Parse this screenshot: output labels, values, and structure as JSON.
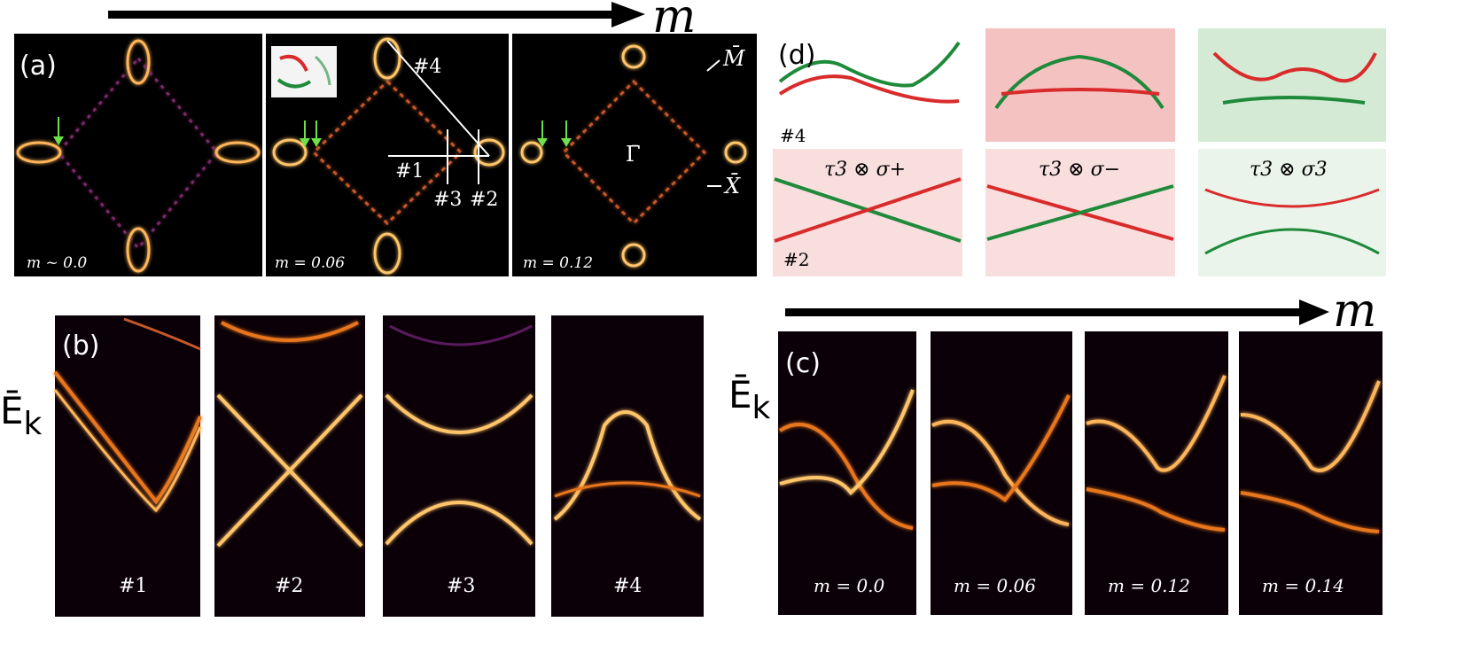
{
  "arrows": {
    "top_m": "m",
    "right_m": "m"
  },
  "panel_a": {
    "label": "(a)",
    "maps": [
      {
        "m_label": "m ~ 0.0"
      },
      {
        "m_label": "m = 0.06"
      },
      {
        "m_label": "m = 0.12"
      }
    ],
    "cuts": [
      "#1",
      "#2",
      "#3",
      "#4"
    ],
    "gamma": "Γ̄",
    "mbar": "M̄",
    "xbar": "X̄"
  },
  "panel_b": {
    "label": "(b)",
    "ylabel_main": "Ē",
    "ylabel_sub": "k",
    "subpanels": [
      "#1",
      "#2",
      "#3",
      "#4"
    ]
  },
  "panel_c": {
    "label": "(c)",
    "ylabel_main": "Ē",
    "ylabel_sub": "k",
    "subpanels": [
      "m = 0.0",
      "m = 0.06",
      "m = 0.12",
      "m = 0.14"
    ]
  },
  "panel_d": {
    "label": "(d)",
    "row_labels": [
      "#4",
      "#2"
    ],
    "operators": [
      "τ3 ⊗ σ+",
      "τ3 ⊗ σ−",
      "τ3 ⊗ σ3"
    ]
  },
  "colors": {
    "dark_bg": "#0b0008",
    "band_hot": "#ffd27a",
    "band_mid": "#e8761b",
    "band_purple": "#5a1a5e",
    "green": "#1e8a3a",
    "red": "#d92b2b",
    "pink_bg": "#f7d0d0",
    "green_bg": "#d7ecd7"
  }
}
